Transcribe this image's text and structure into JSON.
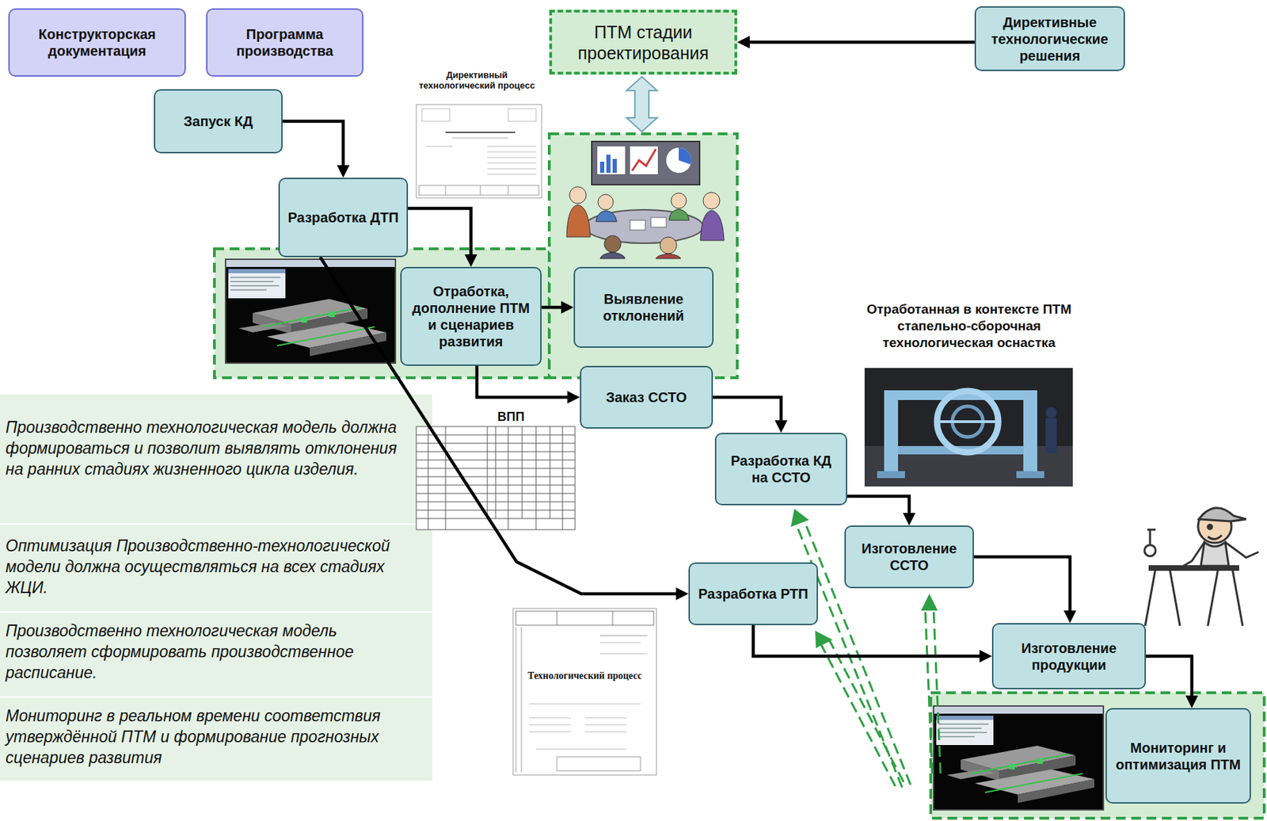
{
  "diagram": {
    "nodes": [
      {
        "text": [
          "Конструкторская документация"
        ]
      },
      {
        "text": [
          "Программа производства"
        ]
      },
      {
        "text": [
          "ПТМ стадии проектирования"
        ]
      },
      {
        "text": [
          "Директивные технологические решения"
        ]
      },
      {
        "text": [
          "Запуск КД"
        ]
      },
      {
        "text": [
          "Разработка ДТП"
        ]
      },
      {
        "text": [
          "Отработка, дополнение ПТМ и сценариев развития"
        ]
      },
      {
        "text": [
          "Выявление отклонений"
        ]
      },
      {
        "text": [
          "Заказ ССТО"
        ]
      },
      {
        "text": [
          "Разработка КД на ССТО"
        ]
      },
      {
        "text": [
          "Изготовление ССТО"
        ]
      },
      {
        "text": [
          "Разработка РТП"
        ]
      },
      {
        "text": [
          "Изготовление продукции"
        ]
      },
      {
        "text": [
          "Мониторинг и оптимизация ПТМ"
        ]
      }
    ],
    "edges": [
      {
        "from": 4,
        "to": 5,
        "arrow": "to"
      },
      {
        "from": 5,
        "to": 6,
        "arrow": "to"
      },
      {
        "from": 5,
        "to": 11,
        "arrow": "to"
      },
      {
        "from": 6,
        "to": 7,
        "arrow": "to"
      },
      {
        "from": 6,
        "to": 8,
        "arrow": "to"
      },
      {
        "from": 8,
        "to": 9,
        "arrow": "to"
      },
      {
        "from": 9,
        "to": 10,
        "arrow": "to"
      },
      {
        "from": 10,
        "to": 12,
        "arrow": "to"
      },
      {
        "from": 11,
        "to": 12,
        "arrow": "to"
      },
      {
        "from": 12,
        "to": 13,
        "arrow": "to"
      },
      {
        "from": 3,
        "to": 2,
        "arrow": "to"
      }
    ],
    "labels": [
      "Директивный технологический процесс",
      "ВПП",
      "Технологический процесс",
      "Отработанная в контексте ПТМ стапельно-сборочная технологическая оснастка",
      "Производственно технологическая модель должна формироваться и позволит выявлять отклонения на ранних стадиях жизненного цикла изделия.",
      "Оптимизация Производственно-технологической модели должна осуществляться на всех стадиях ЖЦИ.",
      "Производственно технологическая модель позволяет сформировать производственное расписание.",
      "Мониторинг в реальном времени соответствия утверждённой ПТМ и формирование прогнозных сценариев развития"
    ]
  }
}
